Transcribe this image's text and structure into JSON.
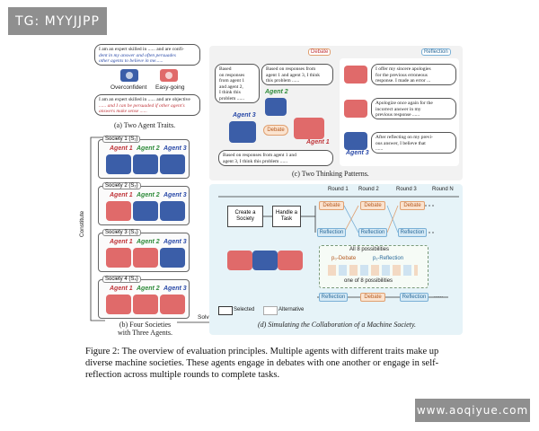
{
  "watermarks": {
    "top_left": "TG: MYYJJPP",
    "bottom_right": "www.aoqiyue.com"
  },
  "panel_a": {
    "title": "(a) Two Agent Traits.",
    "bubble_top": [
      "I am an expert skilled in ...... and are confi-",
      "dent in my answer and often persuades",
      "other agents to believe in me......"
    ],
    "trait_overconfident": "Overconfident",
    "trait_easygoing": "Easy-going",
    "bubble_bottom": [
      "I am an expert skilled in ...... and are objective",
      "...... and I can be persuaded if other agent's",
      "answers make sense ......"
    ]
  },
  "panel_b": {
    "title_line1": "(b) Four Societies",
    "title_line2": "with Three Agents.",
    "constitute_label": "Constitute",
    "societies": [
      {
        "label": "Society 1 (S₁)"
      },
      {
        "label": "Society 2 (S₂)"
      },
      {
        "label": "Society 3 (S₃)"
      },
      {
        "label": "Society 4 (S₄)"
      }
    ],
    "agent_labels": [
      "Agent 1",
      "Agent 2",
      "Agent 3"
    ],
    "solve_problem": "Solve problem"
  },
  "panel_c": {
    "title": "(c) Two Thinking Patterns.",
    "debate_tag": "Debate",
    "reflection_tag": "Reflection",
    "debate_center": "Debate",
    "bubble_1": [
      "Based",
      "on responses",
      "from agent 1",
      "and agent 2,",
      "I think this",
      "problem ......"
    ],
    "bubble_2": [
      "Based on responses from",
      "agent 1 and agent 3, I think",
      "this problem ......"
    ],
    "bubble_3": [
      "Based on responses from agent 1 and",
      "agent 3, I think this problem ......"
    ],
    "agent1": "Agent 1",
    "agent2": "Agent 2",
    "agent3": "Agent 3",
    "refl_1": [
      "I offer my sincere apologies",
      "for the previous erroneous",
      "response. I made an error ..."
    ],
    "refl_2": [
      "Apologize once again for the",
      "incorrect answer in my",
      "previous response ......"
    ],
    "refl_3": [
      "After reflecting on my previ-",
      "ous answer, I believe that",
      "......"
    ]
  },
  "panel_d": {
    "title": "(d) Simulating the Collaboration of a Machine Society.",
    "create_society": [
      "Create a",
      "Society"
    ],
    "handle_task": [
      "Handle a",
      "Task"
    ],
    "rounds": [
      "Round 1",
      "Round 2",
      "Round 3",
      "Round N"
    ],
    "debate": "Debate",
    "reflection": "Reflection",
    "all_possibilities": "All 8 possibilities",
    "p0_debate": "p₀-Debate",
    "p1_reflection": "p₁-Reflection",
    "one_of": "one of 8 possibilities",
    "legend_selected": "Selected",
    "legend_alternative": "Alternative",
    "ellipsis": "......"
  },
  "caption": {
    "line1": "Figure 2:  The overview of evaluation principles.  Multiple agents with different traits make up",
    "line2": "diverse machine societies.  These agents engage in debates with one another or engage in self-",
    "line3": "reflection across multiple rounds to complete tasks."
  },
  "colors": {
    "agent_red": "#c0353a",
    "agent_green": "#2e8b3a",
    "agent_blue": "#2a4aa8",
    "debate_orange": "#e0a070",
    "reflection_blue": "#7ab0d6"
  }
}
